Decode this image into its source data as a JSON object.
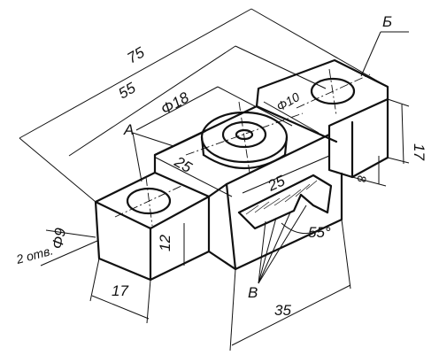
{
  "labels": {
    "surface_b": "Б",
    "surface_a": "А",
    "surface_v": "В"
  },
  "dimensions": {
    "overall_length": "75",
    "hole_spacing": "55",
    "boss_diameter": "Φ18",
    "hole_diameter_small": "Φ10",
    "bore_depth": "25",
    "slot_width": "25",
    "height_total": "17",
    "step_height": "8",
    "end_height": "12",
    "end_width": "17",
    "slot_length": "35",
    "dovetail_angle": "55°",
    "hole_diameter": "Φ9",
    "hole_count": "2 отв."
  }
}
